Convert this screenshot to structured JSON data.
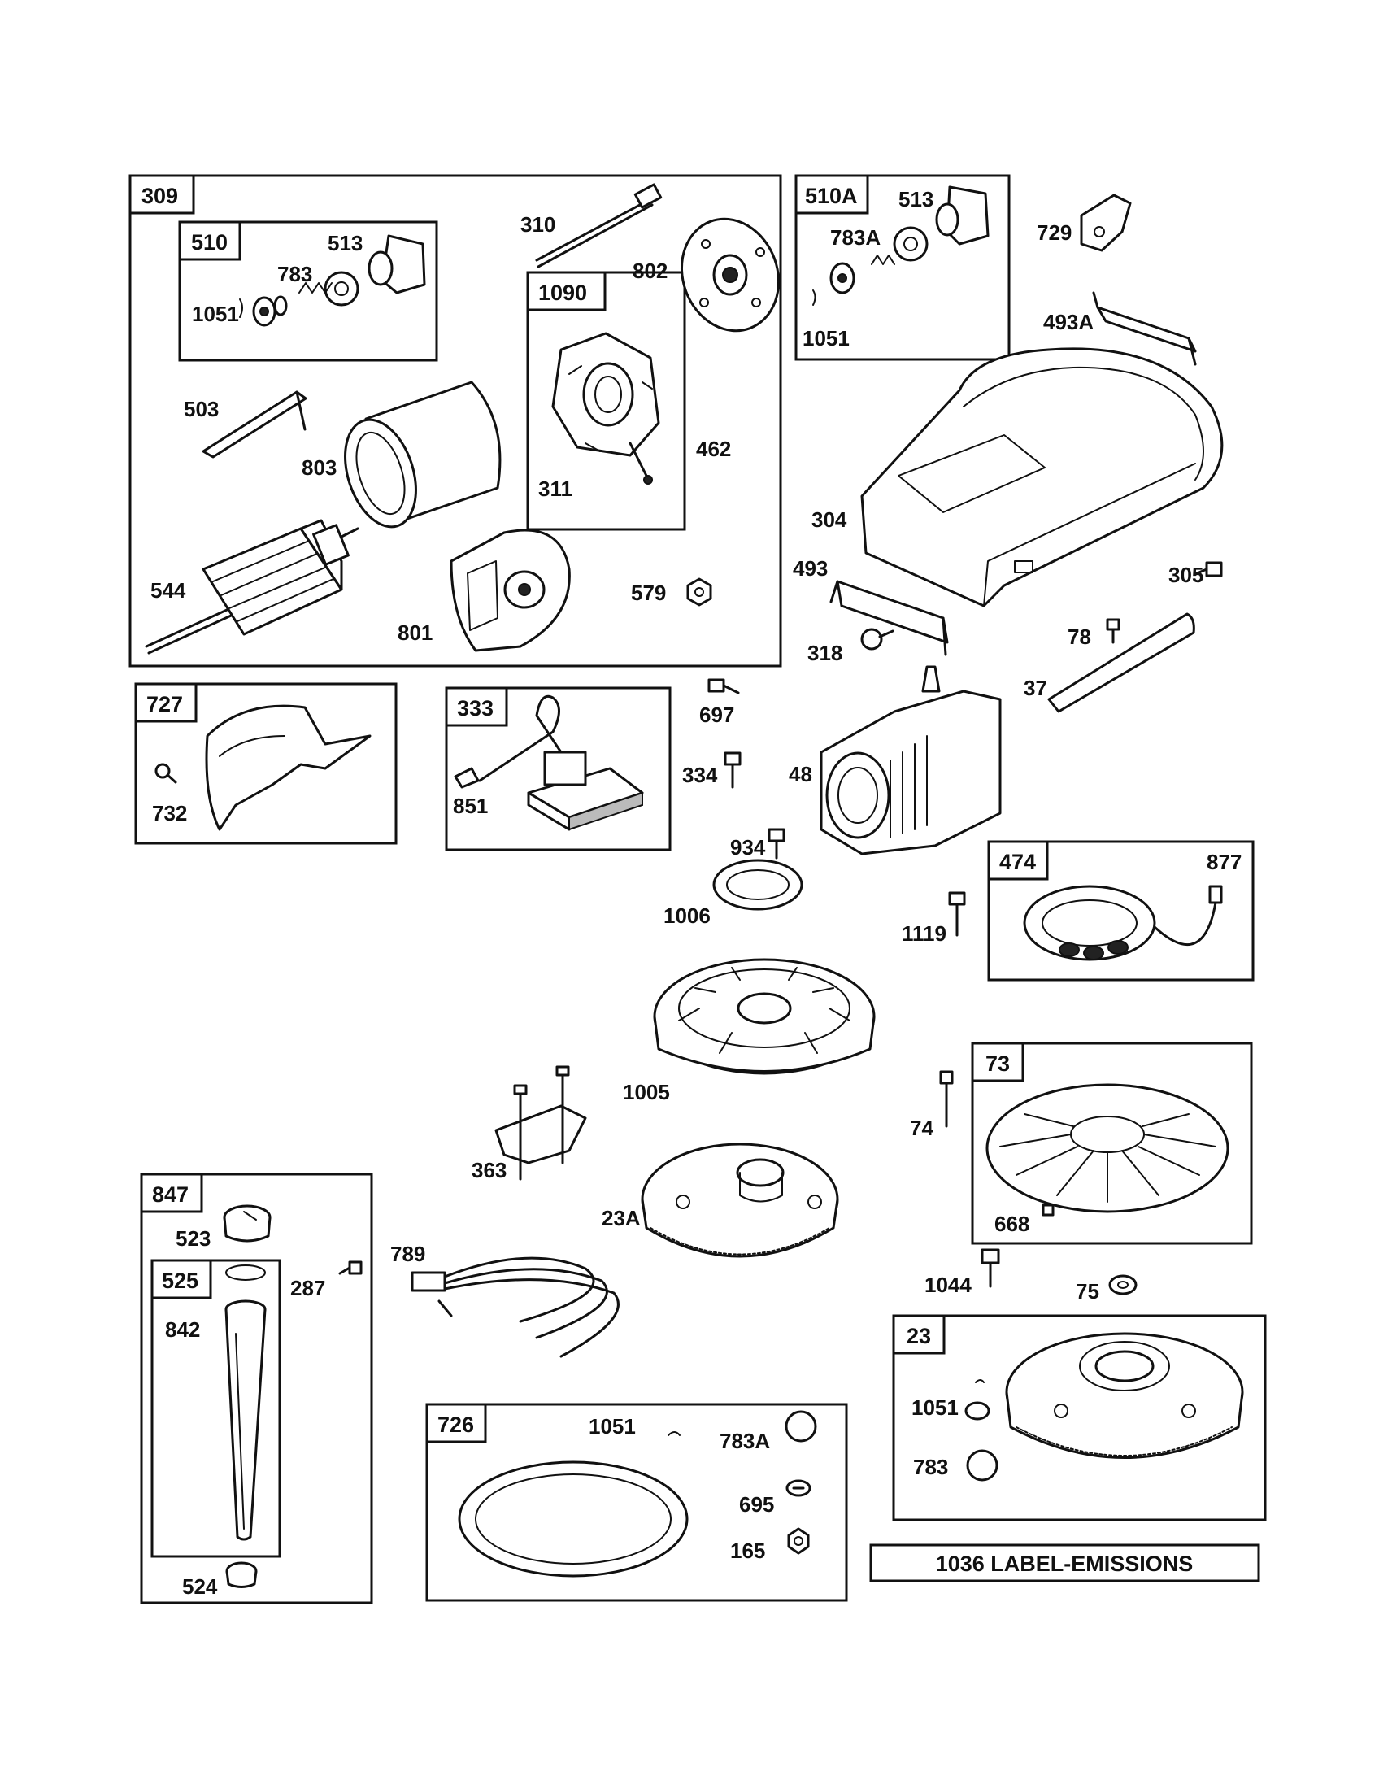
{
  "groups": {
    "g309": {
      "label": "309"
    },
    "g510": {
      "label": "510"
    },
    "g1090": {
      "label": "1090"
    },
    "g510a": {
      "label": "510A"
    },
    "g727": {
      "label": "727"
    },
    "g333": {
      "label": "333"
    },
    "g474": {
      "label": "474"
    },
    "g73": {
      "label": "73"
    },
    "g847": {
      "label": "847"
    },
    "g525": {
      "label": "525"
    },
    "g726": {
      "label": "726"
    },
    "g23": {
      "label": "23"
    }
  },
  "parts": {
    "p310": "310",
    "p802": "802",
    "p513a": "513",
    "p783": "783",
    "p1051a": "1051",
    "p503": "503",
    "p803": "803",
    "p311": "311",
    "p462": "462",
    "p544": "544",
    "p579": "579",
    "p801": "801",
    "p513b": "513",
    "p783a_top": "783A",
    "p1051b": "1051",
    "p729": "729",
    "p493a": "493A",
    "p304": "304",
    "p493": "493",
    "p305": "305",
    "p318": "318",
    "p78": "78",
    "p37": "37",
    "p732": "732",
    "p851": "851",
    "p697": "697",
    "p334": "334",
    "p48": "48",
    "p934": "934",
    "p1006": "1006",
    "p1119": "1119",
    "p877": "877",
    "p1005": "1005",
    "p74": "74",
    "p363": "363",
    "p668": "668",
    "p23a": "23A",
    "p789": "789",
    "p1044": "1044",
    "p75": "75",
    "p523": "523",
    "p842": "842",
    "p287": "287",
    "p524": "524",
    "p1051c": "1051",
    "p783a_bot": "783A",
    "p695": "695",
    "p165": "165",
    "p1051d": "1051",
    "p783b": "783"
  },
  "emissions_label": "1036 LABEL-EMISSIONS"
}
